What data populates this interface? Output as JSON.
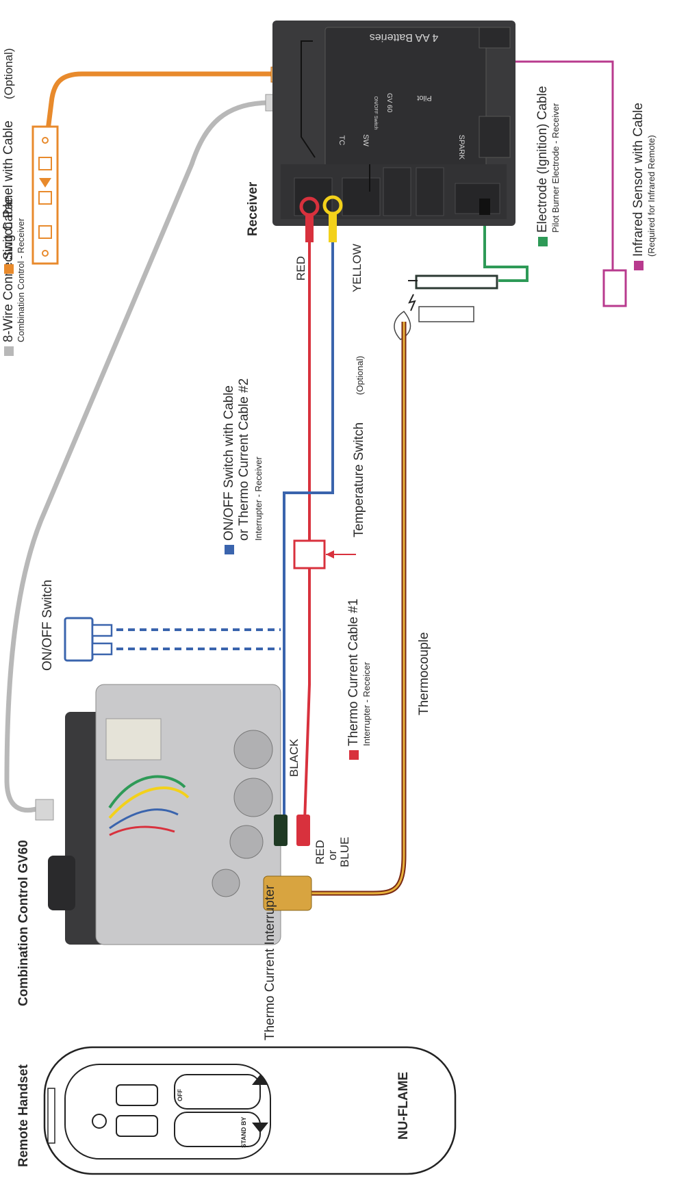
{
  "colors": {
    "orange": "#e88a2c",
    "gray": "#b8b8b8",
    "blue": "#3a64ad",
    "red": "#d8313d",
    "green": "#2e9a57",
    "magenta": "#b83a8e",
    "yellow": "#f3d11a",
    "thermocouple_brown": "#7a2a14",
    "thermocouple_gold": "#e8b23a",
    "device_dark": "#3a3a3c"
  },
  "components": {
    "remote_handset": {
      "title": "Remote Handset",
      "brand": "NU-FLAME",
      "buttons": {
        "off": "OFF",
        "standby": "STAND BY"
      }
    },
    "combination_control": {
      "title": "Combination Control GV60"
    },
    "receiver": {
      "title": "Receiver",
      "battery_label": "4 AA Batteries",
      "model": "GV 60",
      "terminals": {
        "pilot": "Pilot",
        "spark": "SPARK",
        "sw": "SW",
        "tc": "TC",
        "onoff": "ON/OFF Switch"
      }
    },
    "thermo_current_interrupter": "Thermo Current Interrupter",
    "onoff_switch": "ON/OFF Switch"
  },
  "legend": {
    "eight_wire": {
      "title": "8-Wire Connecting Cable",
      "subtitle": "Combination Control - Receiver"
    },
    "switch_panel": {
      "title": "Switch Panel with Cable",
      "note": "(Optional)"
    },
    "onoff_cable": {
      "title_line1": "ON/OFF Switch with Cable",
      "title_line2": "or Thermo Current Cable #2",
      "subtitle": "Interrupter - Receiver"
    },
    "thermo_cable1": {
      "title": "Thermo Current Cable #1",
      "subtitle": "Interrupter - Receicer"
    },
    "electrode": {
      "title": "Electrode (Ignition) Cable",
      "subtitle": "Pilot Burner Electrode - Receiver"
    },
    "infrared": {
      "title": "Infrared Sensor with Cable",
      "subtitle": "(Required for Infrared Remote)"
    }
  },
  "wire_labels": {
    "red": "RED",
    "yellow": "YELLOW",
    "black": "BLACK",
    "red_or_blue_1": "RED",
    "red_or_blue_2": "or",
    "red_or_blue_3": "BLUE",
    "temperature_switch_title": "Temperature Switch",
    "temperature_switch_note": "(Optional)",
    "thermocouple": "Thermocouple"
  }
}
